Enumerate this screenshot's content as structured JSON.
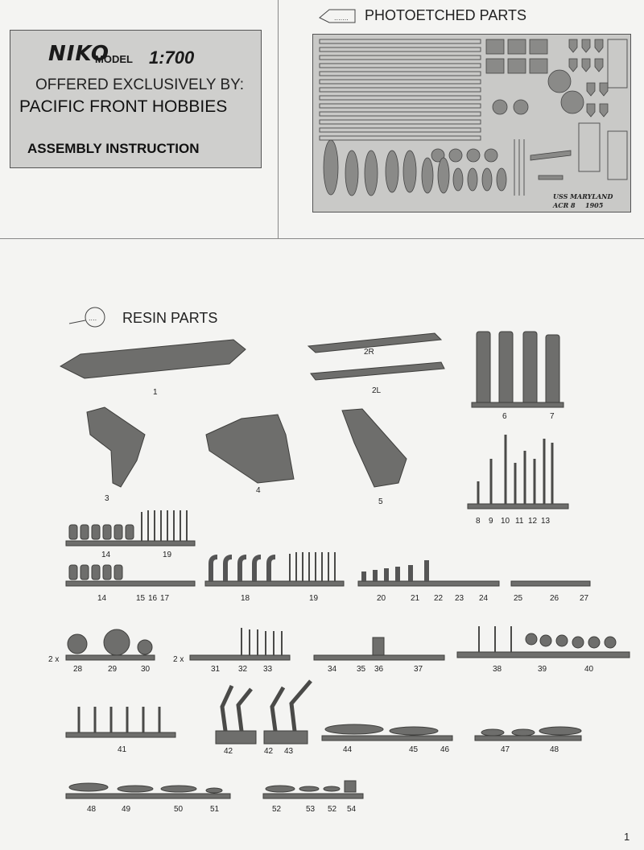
{
  "header": {
    "brand": "NIKO",
    "brand_sub": "MODEL",
    "scale": "1:700",
    "offered": "OFFERED EXCLUSIVELY BY:",
    "distributor": "PACIFIC FRONT HOBBIES",
    "instruction": "ASSEMBLY INSTRUCTION"
  },
  "sections": {
    "photoetched": "PHOTOETCHED PARTS",
    "resin": "RESIN PARTS"
  },
  "pe_sheet": {
    "ship_name": "USS MARYLAND",
    "designation": "ACR 8",
    "year": "1905"
  },
  "resin_labels": {
    "p1": "1",
    "p2r": "2R",
    "p2l": "2L",
    "p3": "3",
    "p4": "4",
    "p5": "5",
    "p6": "6",
    "p7": "7",
    "p8": "8",
    "p9": "9",
    "p10": "10",
    "p11": "11",
    "p12": "12",
    "p13": "13",
    "r1_14": "14",
    "r1_19": "19",
    "r2_14": "14",
    "r2_15": "15",
    "r2_16": "16",
    "r2_17": "17",
    "r2_18": "18",
    "r2_19": "19",
    "r2_20": "20",
    "r2_21": "21",
    "r2_22": "22",
    "r2_23": "23",
    "r2_24": "24",
    "r2_25": "25",
    "r2_26": "26",
    "r2_27": "27",
    "r3_2x_a": "2 x",
    "r3_28": "28",
    "r3_29": "29",
    "r3_30": "30",
    "r3_2x_b": "2 x",
    "r3_31": "31",
    "r3_32": "32",
    "r3_33": "33",
    "r3_34": "34",
    "r3_35": "35",
    "r3_36": "36",
    "r3_37": "37",
    "r3_38": "38",
    "r3_39": "39",
    "r3_40": "40",
    "r4_41": "41",
    "r4_42a": "42",
    "r4_42b": "42",
    "r4_43": "43",
    "r4_44": "44",
    "r4_45": "45",
    "r4_46": "46",
    "r4_47": "47",
    "r4_48": "48",
    "r5_48": "48",
    "r5_49": "49",
    "r5_50": "50",
    "r5_51": "51",
    "r5_52a": "52",
    "r5_53": "53",
    "r5_52b": "52",
    "r5_54": "54"
  },
  "page_number": "1"
}
